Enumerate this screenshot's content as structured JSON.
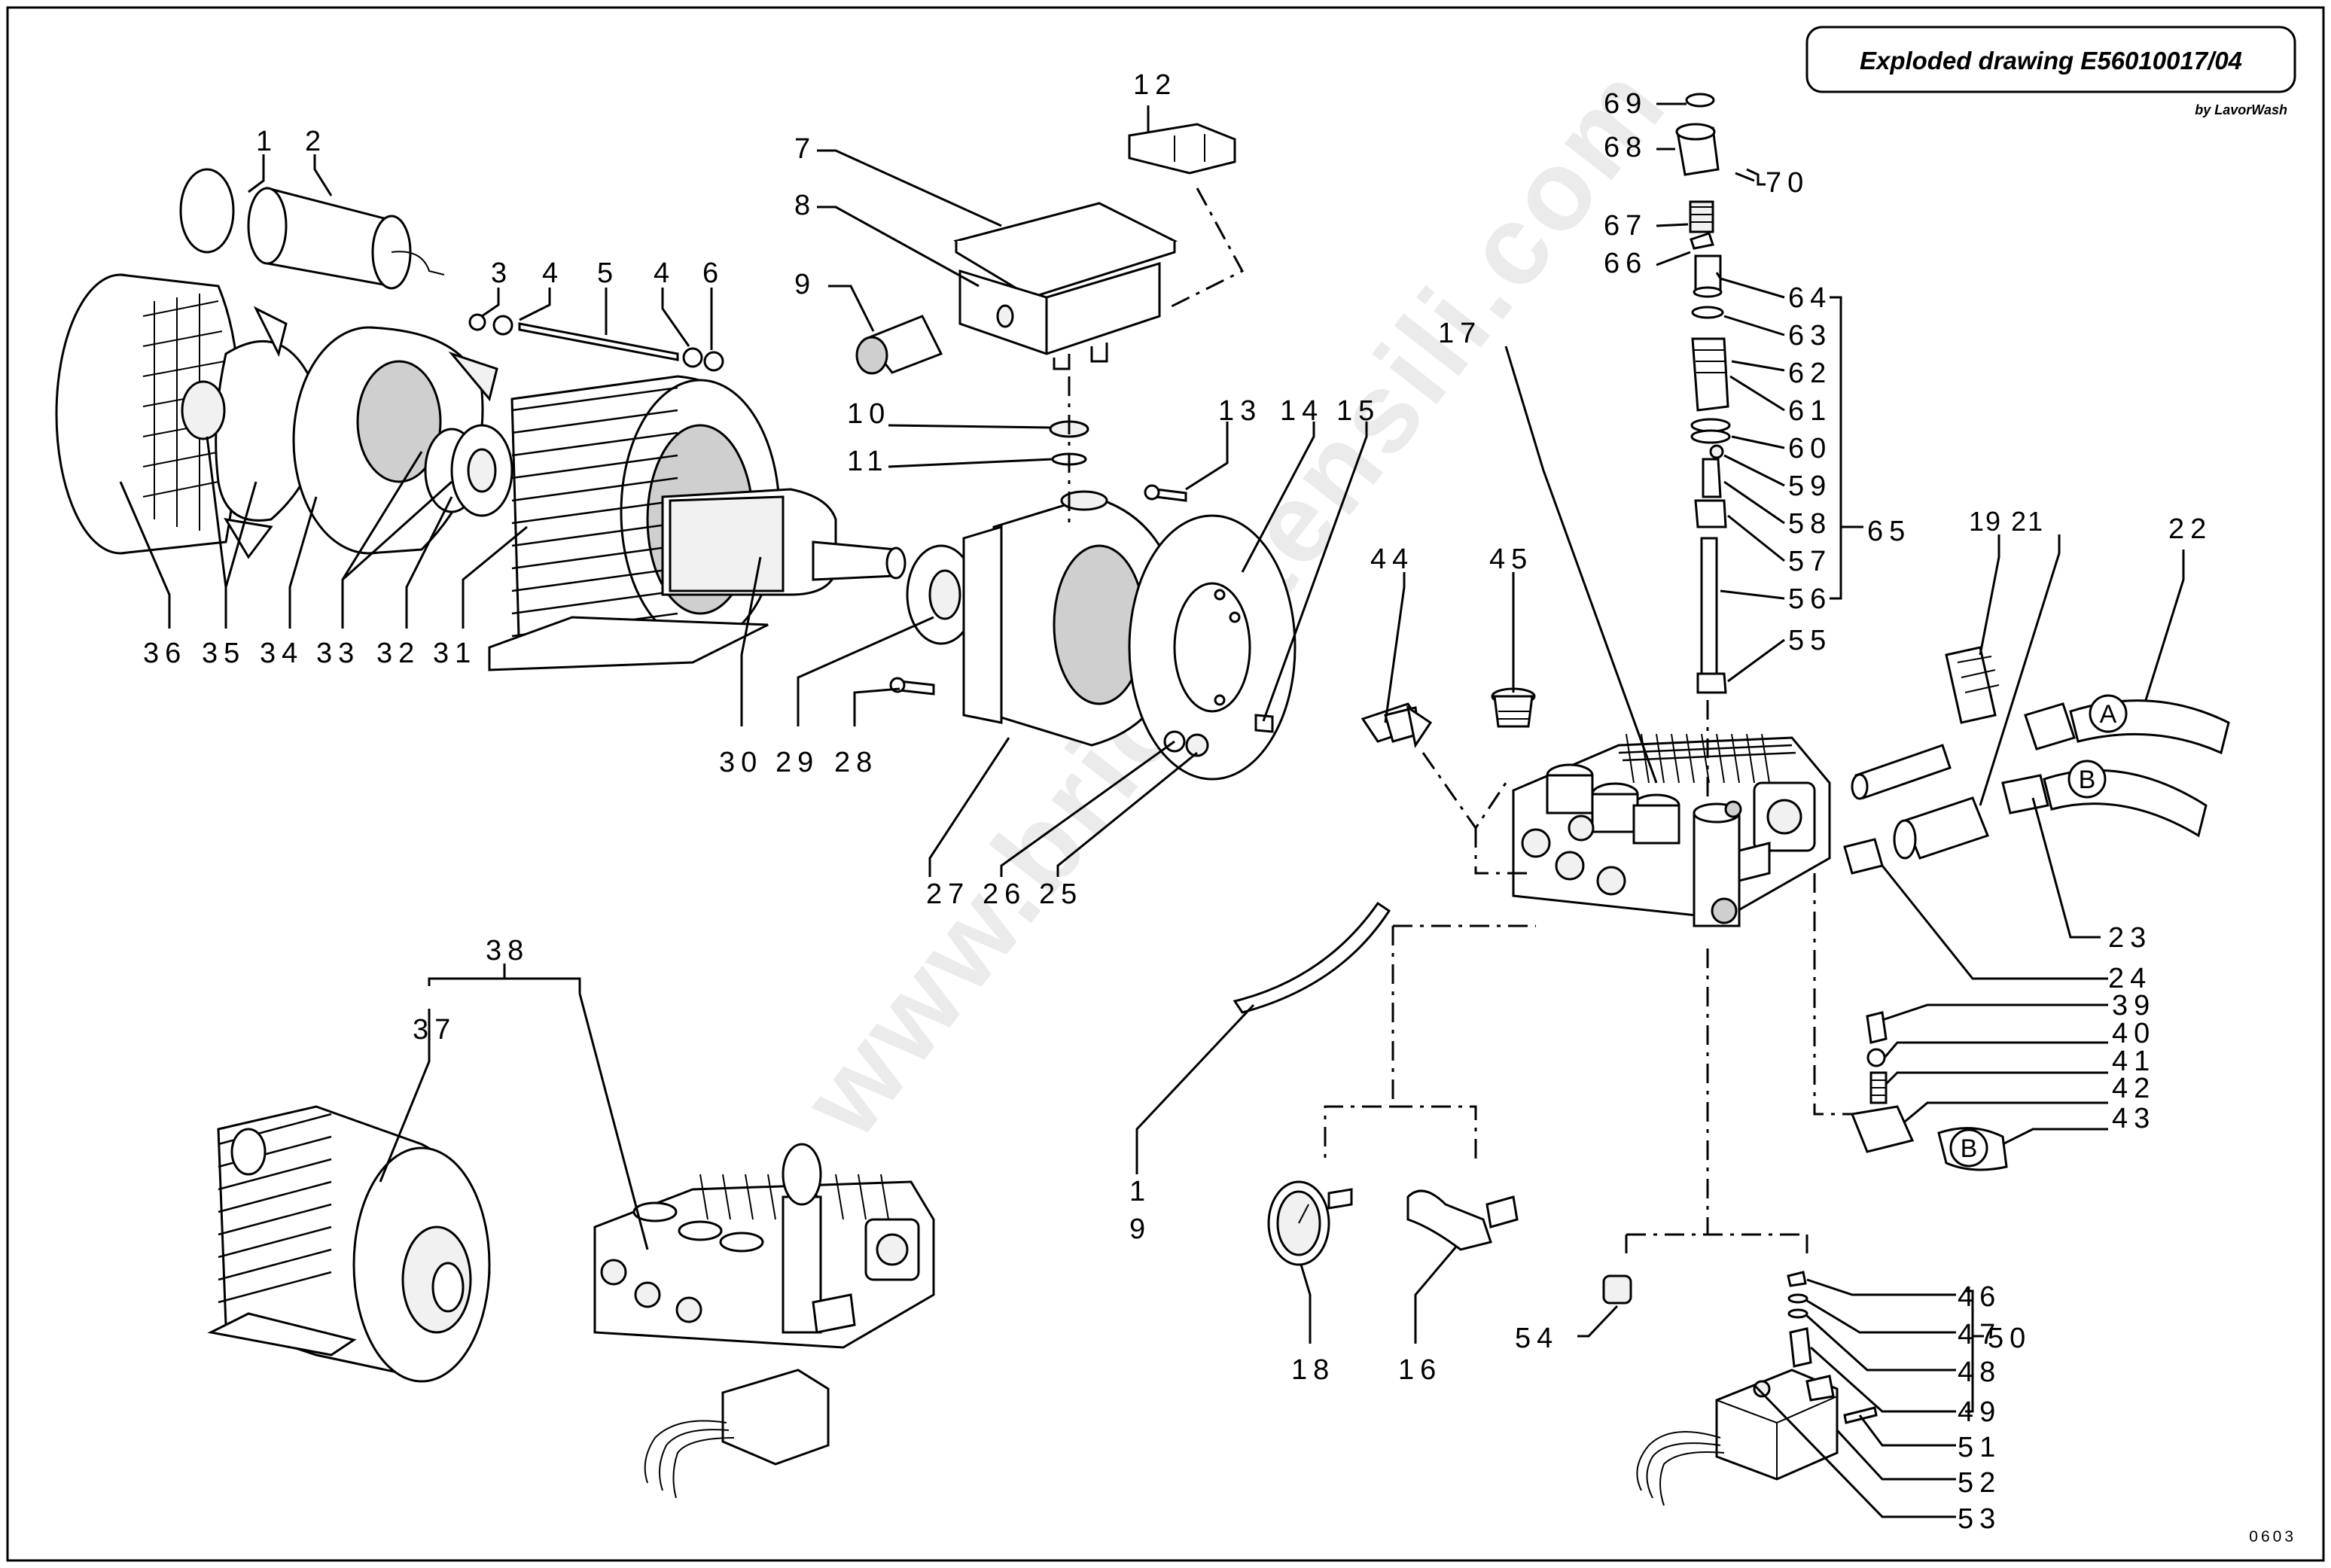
{
  "title": "Exploded drawing E56010017/04",
  "subtitle": "by LavorWash",
  "watermark": "www.bricoutensili.com",
  "sheet_code": "0603",
  "connector_letters": {
    "a": "A",
    "b": "B"
  },
  "callouts": {
    "c1": "1",
    "c2": "2",
    "c3": "3",
    "c4a": "4",
    "c4b": "4",
    "c5": "5",
    "c6": "6",
    "c7": "7",
    "c8": "8",
    "c9": "9",
    "c10": "10",
    "c11": "11",
    "c12": "12",
    "c13": "13",
    "c14": "14",
    "c15": "15",
    "c16": "16",
    "c17": "17",
    "c18": "18",
    "c19_bottom": "1",
    "c19_bottom2": "9",
    "c1921": "19 21",
    "c22": "22",
    "c23": "23",
    "c24": "24",
    "c25": "25",
    "c26": "26",
    "c27": "27",
    "c28": "28",
    "c29": "29",
    "c30": "30",
    "c31": "31",
    "c32": "32",
    "c33": "33",
    "c34": "34",
    "c35": "35",
    "c36": "36",
    "c37": "37",
    "c38": "38",
    "c39": "39",
    "c40": "40",
    "c41": "41",
    "c42": "42",
    "c43": "43",
    "c44": "44",
    "c45": "45",
    "c46": "46",
    "c47": "47",
    "c48": "48",
    "c49": "49",
    "c50": "50",
    "c51": "51",
    "c52": "52",
    "c53": "53",
    "c54": "54",
    "c55": "55",
    "c56": "56",
    "c57": "57",
    "c58": "58",
    "c59": "59",
    "c60": "60",
    "c61": "61",
    "c62": "62",
    "c63": "63",
    "c64": "64",
    "c65": "65",
    "c66": "66",
    "c67": "67",
    "c68": "68",
    "c69": "69",
    "c70": "70"
  }
}
